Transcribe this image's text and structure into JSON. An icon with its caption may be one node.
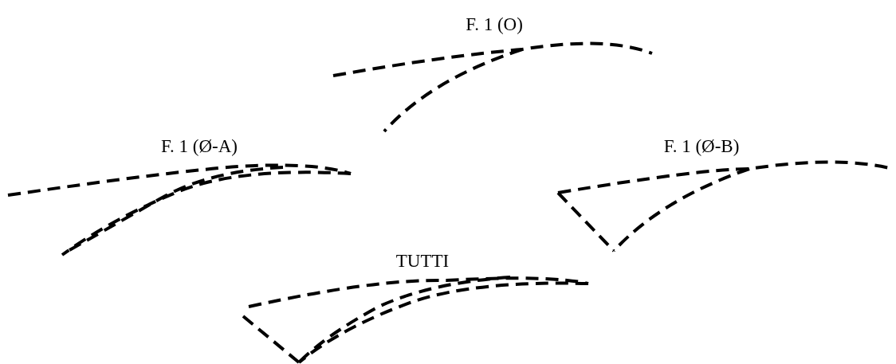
{
  "diagram": {
    "labels": [
      "F. 1 (O)",
      "F. 1 (Ø-A)",
      "F. 1 (Ø-B)",
      "TUTTI"
    ]
  }
}
